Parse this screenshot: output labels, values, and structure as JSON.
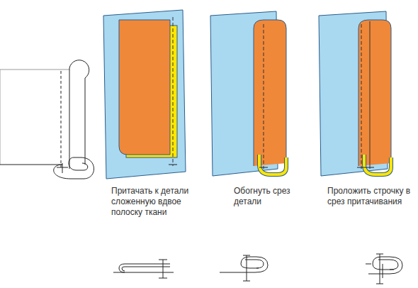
{
  "diagram": {
    "labels": [
      "Притачать к детали сложенную вдвое полоску ткани",
      "Обогнуть срез детали",
      "Проложить строчку в срез притачивания"
    ]
  }
}
